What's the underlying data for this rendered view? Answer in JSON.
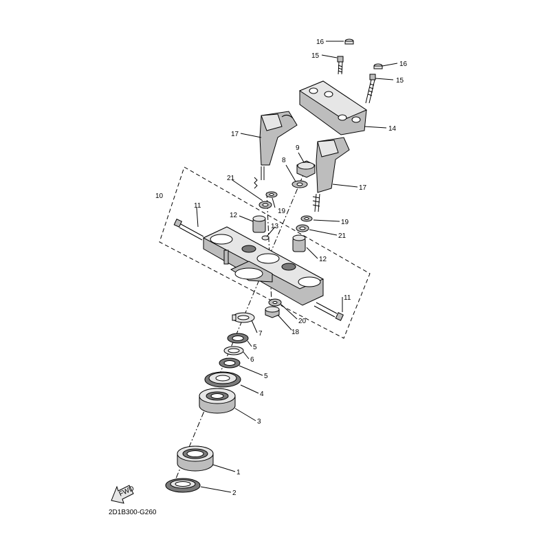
{
  "diagram": {
    "code": "2D1B300-G260",
    "fwd_label": "FWD",
    "callouts": [
      {
        "id": "c16a",
        "text": "16"
      },
      {
        "id": "c15a",
        "text": "15"
      },
      {
        "id": "c16b",
        "text": "16"
      },
      {
        "id": "c15b",
        "text": "15"
      },
      {
        "id": "c14",
        "text": "14"
      },
      {
        "id": "c17a",
        "text": "17"
      },
      {
        "id": "c9",
        "text": "9"
      },
      {
        "id": "c8",
        "text": "8"
      },
      {
        "id": "c17b",
        "text": "17"
      },
      {
        "id": "c21a",
        "text": "21"
      },
      {
        "id": "c10",
        "text": "10"
      },
      {
        "id": "c19a",
        "text": "19"
      },
      {
        "id": "c11a",
        "text": "11"
      },
      {
        "id": "c12a",
        "text": "12"
      },
      {
        "id": "c13",
        "text": "13"
      },
      {
        "id": "c19b",
        "text": "19"
      },
      {
        "id": "c21b",
        "text": "21"
      },
      {
        "id": "c12b",
        "text": "12"
      },
      {
        "id": "c11b",
        "text": "11"
      },
      {
        "id": "c20",
        "text": "20"
      },
      {
        "id": "c18",
        "text": "18"
      },
      {
        "id": "c7",
        "text": "7"
      },
      {
        "id": "c5a",
        "text": "5"
      },
      {
        "id": "c6",
        "text": "6"
      },
      {
        "id": "c5b",
        "text": "5"
      },
      {
        "id": "c4",
        "text": "4"
      },
      {
        "id": "c3",
        "text": "3"
      },
      {
        "id": "c1",
        "text": "1"
      },
      {
        "id": "c2",
        "text": "2"
      }
    ]
  }
}
